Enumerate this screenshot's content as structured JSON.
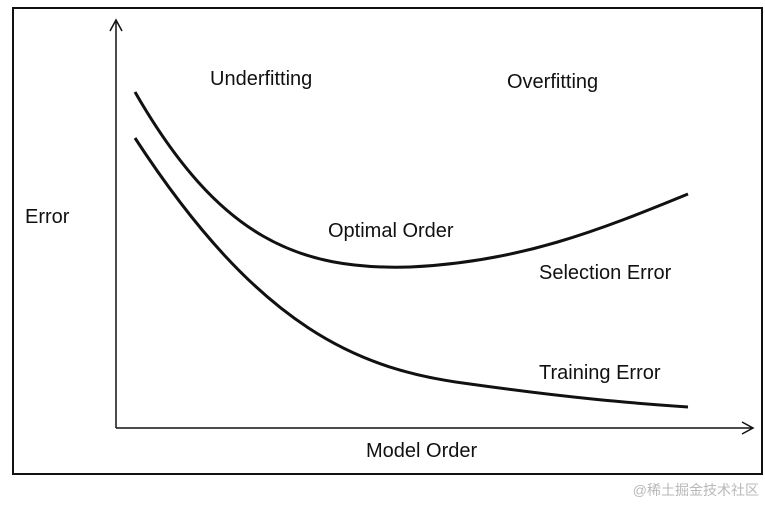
{
  "diagram": {
    "y_axis_label": "Error",
    "x_axis_label": "Model Order",
    "regions": {
      "left": "Underfitting",
      "right": "Overfitting"
    },
    "annotations": {
      "optimum": "Optimal Order"
    },
    "curves": {
      "selection": {
        "label": "Selection Error"
      },
      "training": {
        "label": "Training Error"
      }
    }
  },
  "watermark": "@稀土掘金技术社区"
}
